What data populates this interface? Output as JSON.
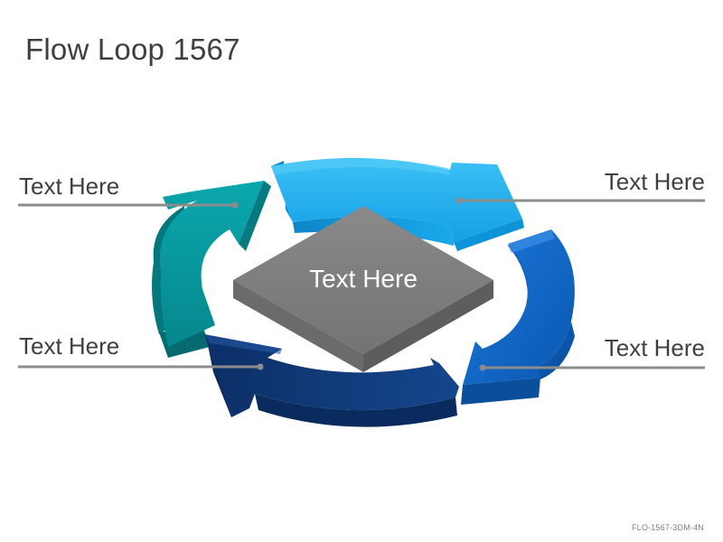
{
  "title": "Flow Loop 1567",
  "center": {
    "label": "Text Here"
  },
  "labels": {
    "top_left": "Text Here",
    "top_right": "Text Here",
    "bottom_left": "Text Here",
    "bottom_right": "Text Here"
  },
  "footer": {
    "code": "FLO-1567-3DM-4N"
  },
  "colors": {
    "arrow_top": "#17a7ea",
    "arrow_right": "#0b62c2",
    "arrow_bottom": "#0f3c7c",
    "arrow_left": "#0a9fa8",
    "center_box": "#7f7f7f",
    "connector": "#8c8c8c"
  }
}
